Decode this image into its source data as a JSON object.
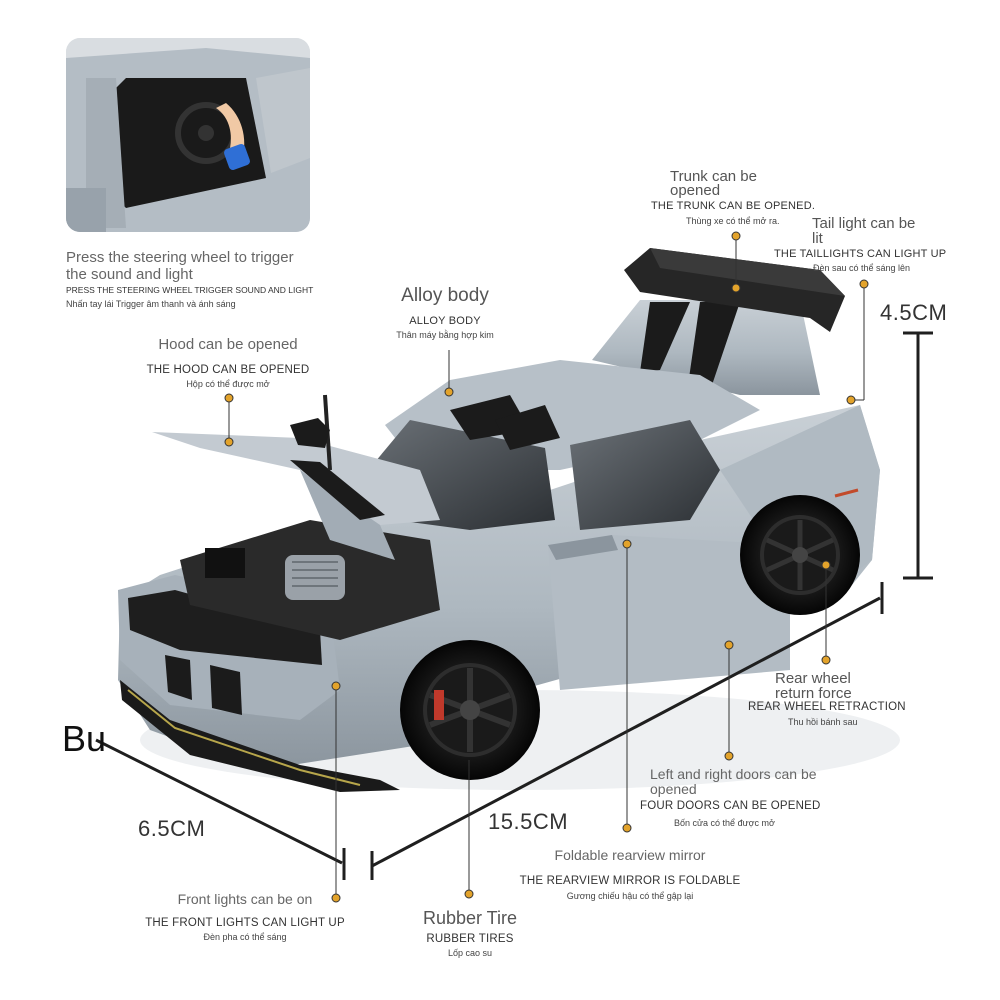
{
  "colors": {
    "body_gray": "#aab4bd",
    "stripe": "#1b1b1b",
    "marker": "#e3a32b",
    "line": "#1f1f1f"
  },
  "inset": {
    "title": "Press the steering wheel to trigger the sound and light",
    "caps": "PRESS THE STEERING WHEEL TRIGGER SOUND AND LIGHT",
    "vi": "Nhấn tay lái Trigger âm thanh và ánh sáng"
  },
  "hood": {
    "title": "Hood can be opened",
    "caps": "THE HOOD CAN BE OPENED",
    "vi": "Hộp có thể được mở"
  },
  "alloy": {
    "title": "Alloy body",
    "caps": "ALLOY BODY",
    "vi": "Thân máy bằng hợp kim"
  },
  "trunk": {
    "title": "Trunk can be opened",
    "caps": "THE TRUNK CAN BE OPENED.",
    "vi": "Thùng xe có thể mở ra."
  },
  "taillight": {
    "title": "Tail light can be lit",
    "caps": "THE TAILLIGHTS CAN LIGHT UP",
    "vi": "Đèn sau có thể sáng lên"
  },
  "rear_wheel": {
    "title": "Rear wheel return force",
    "caps": "REAR WHEEL RETRACTION",
    "vi": "Thu hồi bánh sau"
  },
  "doors": {
    "title": "Left and right doors can be opened",
    "caps": "FOUR DOORS CAN BE OPENED",
    "vi": "Bốn cửa có thể được mở"
  },
  "mirror": {
    "title": "Foldable rearview mirror",
    "caps": "THE REARVIEW MIRROR IS FOLDABLE",
    "vi": "Gương chiếu hậu có thể gập lại"
  },
  "front_lights": {
    "title": "Front lights can be on",
    "caps": "THE FRONT LIGHTS CAN LIGHT UP",
    "vi": "Đèn pha có thể sáng"
  },
  "tire": {
    "title": "Rubber Tire",
    "caps": "RUBBER TIRES",
    "vi": "Lốp cao su"
  },
  "dimensions": {
    "height": "4.5CM",
    "length": "15.5CM",
    "width": "6.5CM",
    "stray": "Bu"
  }
}
